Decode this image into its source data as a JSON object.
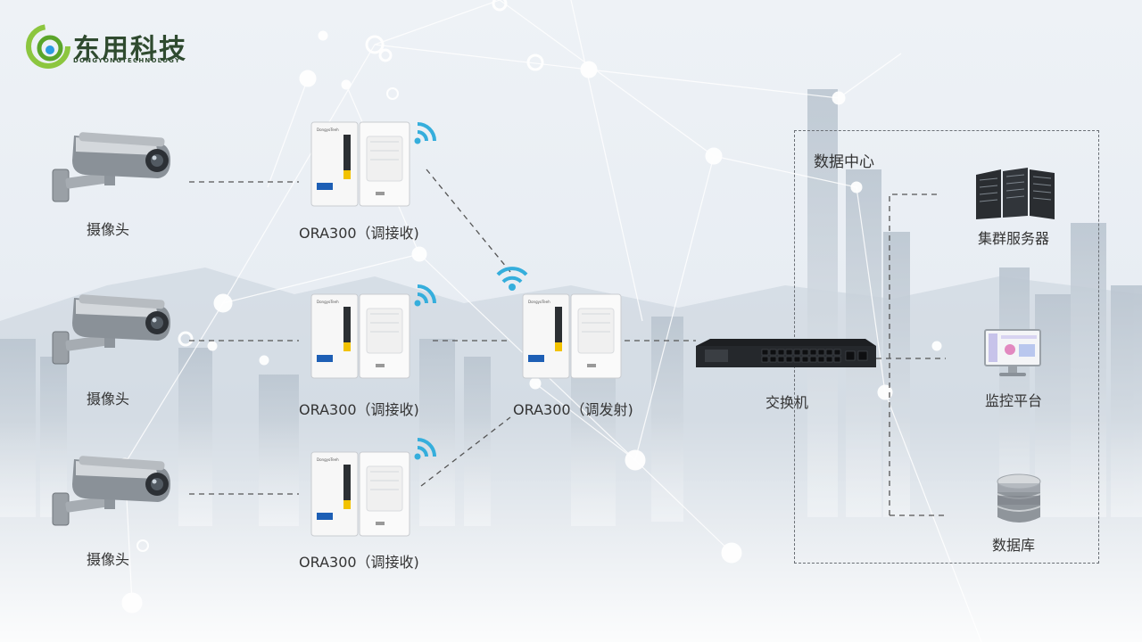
{
  "logo": {
    "name": "东用科技",
    "subtitle": "DONGYONGTECHNOLOGY"
  },
  "cameras": [
    {
      "label": "摄像头"
    },
    {
      "label": "摄像头"
    },
    {
      "label": "摄像头"
    }
  ],
  "receivers": [
    {
      "label": "ORA300（调接收)"
    },
    {
      "label": "ORA300（调接收)"
    },
    {
      "label": "ORA300（调接收)"
    }
  ],
  "transmitter": {
    "label": "ORA300（调发射)"
  },
  "switch": {
    "label": "交换机"
  },
  "datacenter": {
    "title": "数据中心",
    "items": [
      {
        "label": "集群服务器"
      },
      {
        "label": "监控平台"
      },
      {
        "label": "数据库"
      }
    ]
  },
  "device_brand": "DongyoTeeh",
  "colors": {
    "wifi": "#35aedc",
    "logo_green": "#8cc63f",
    "dash": "#555555"
  }
}
